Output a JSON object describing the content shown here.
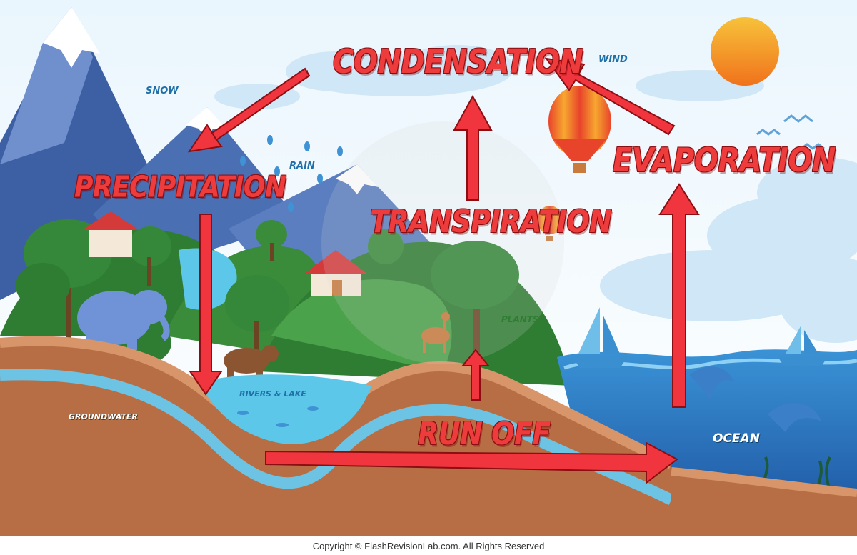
{
  "diagram": {
    "stages": {
      "condensation": "CONDENSATION",
      "precipitation": "PRECIPITATION",
      "transpiration": "TRANSPIRATION",
      "evaporation": "EVAPORATION",
      "runoff": "RUN OFF"
    },
    "scene_labels": {
      "snow": "SNOW",
      "rain": "RAIN",
      "wind": "WIND",
      "plants": "PLANTS",
      "rivers": "RIVERS & LAKE",
      "groundwater": "GROUNDWATER",
      "ocean": "OCEAN"
    },
    "colors": {
      "arrow": "#f0353f",
      "stage_text": "#ee3b3b",
      "sky": "#dff1fb",
      "ocean": "#2a79c4",
      "soil": "#b86e44",
      "water": "#5cc7e8",
      "grass": "#3f9a3b",
      "mountain": "#4b6fb3",
      "sun": "#f6a024"
    }
  },
  "footer": {
    "copyright": "Copyright © FlashRevisionLab.com. All Rights Reserved"
  }
}
